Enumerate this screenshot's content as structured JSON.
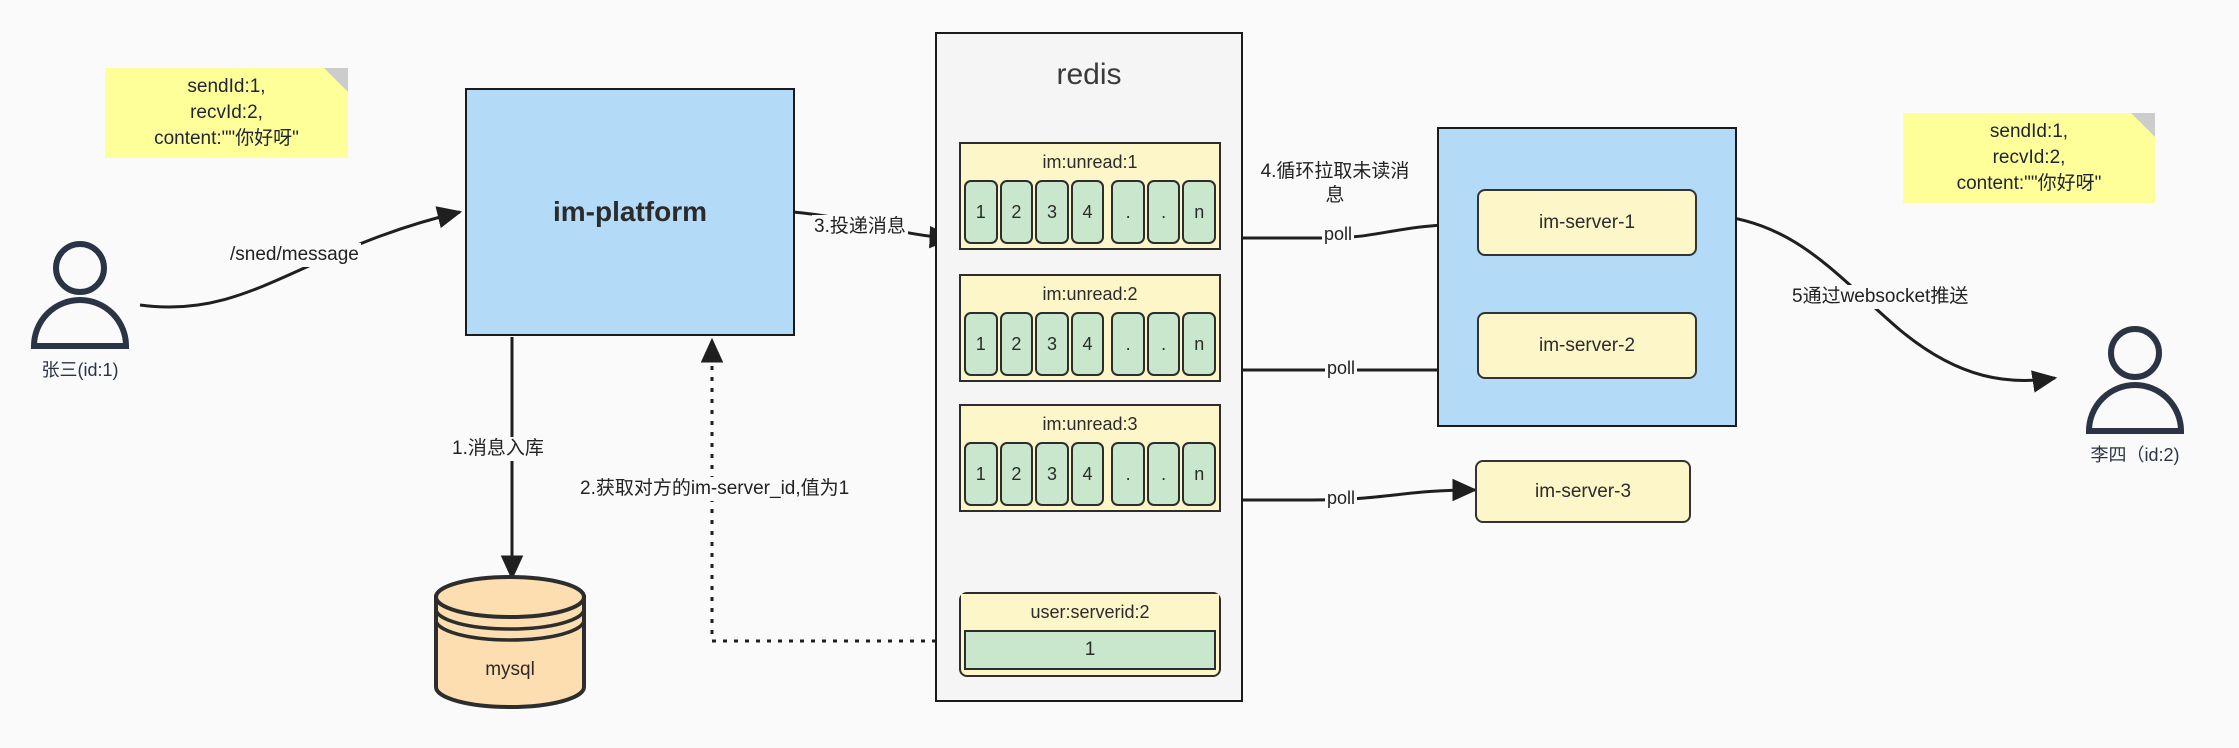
{
  "diagram": {
    "title": "IM message delivery flow",
    "background": "#fafafa",
    "colors": {
      "sticky": "#ffff99",
      "blue_box": "#b3daf7",
      "yellow_box": "#fdf6c8",
      "green_cell": "#c9e7cd",
      "mysql_fill": "#fcdeb0",
      "stroke": "#1b1b1b"
    }
  },
  "actors": {
    "sender": {
      "name": "actor-zhangsan",
      "label": "张三(id:1)"
    },
    "receiver": {
      "name": "actor-lisi",
      "label": "李四（id:2)"
    }
  },
  "notes": {
    "left": {
      "text": "sendId:1,\nrecvId:2,\ncontent:\"\"你好呀\""
    },
    "right": {
      "text": "sendId:1,\nrecvId:2,\ncontent:\"\"你好呀\""
    }
  },
  "platform": {
    "label": "im-platform"
  },
  "database": {
    "label": "mysql"
  },
  "redis": {
    "title": "redis",
    "lists": [
      {
        "key": "im:unread:1",
        "cells": [
          "1",
          "2",
          "3",
          "4",
          ".",
          ".",
          "n"
        ],
        "gap_after_index": 3
      },
      {
        "key": "im:unread:2",
        "cells": [
          "1",
          "2",
          "3",
          "4",
          ".",
          ".",
          "n"
        ],
        "gap_after_index": 3
      },
      {
        "key": "im:unread:3",
        "cells": [
          "1",
          "2",
          "3",
          "4",
          ".",
          ".",
          "n"
        ],
        "gap_after_index": 3
      }
    ],
    "kv": {
      "key": "user:serverid:2",
      "value": "1"
    }
  },
  "servers": {
    "items": [
      {
        "label": "im-server-1"
      },
      {
        "label": "im-server-2"
      },
      {
        "label": "im-server-3"
      }
    ]
  },
  "edges": {
    "send_message": "/sned/message",
    "step1": "1.消息入库",
    "step2": "2.获取对方的im-server_id,值为1",
    "step3": "3.投递消息",
    "step4": "4.循环拉取未读消\n息",
    "step5": "5通过websocket推送",
    "poll1": "poll",
    "poll2": "poll",
    "poll3": "poll"
  }
}
